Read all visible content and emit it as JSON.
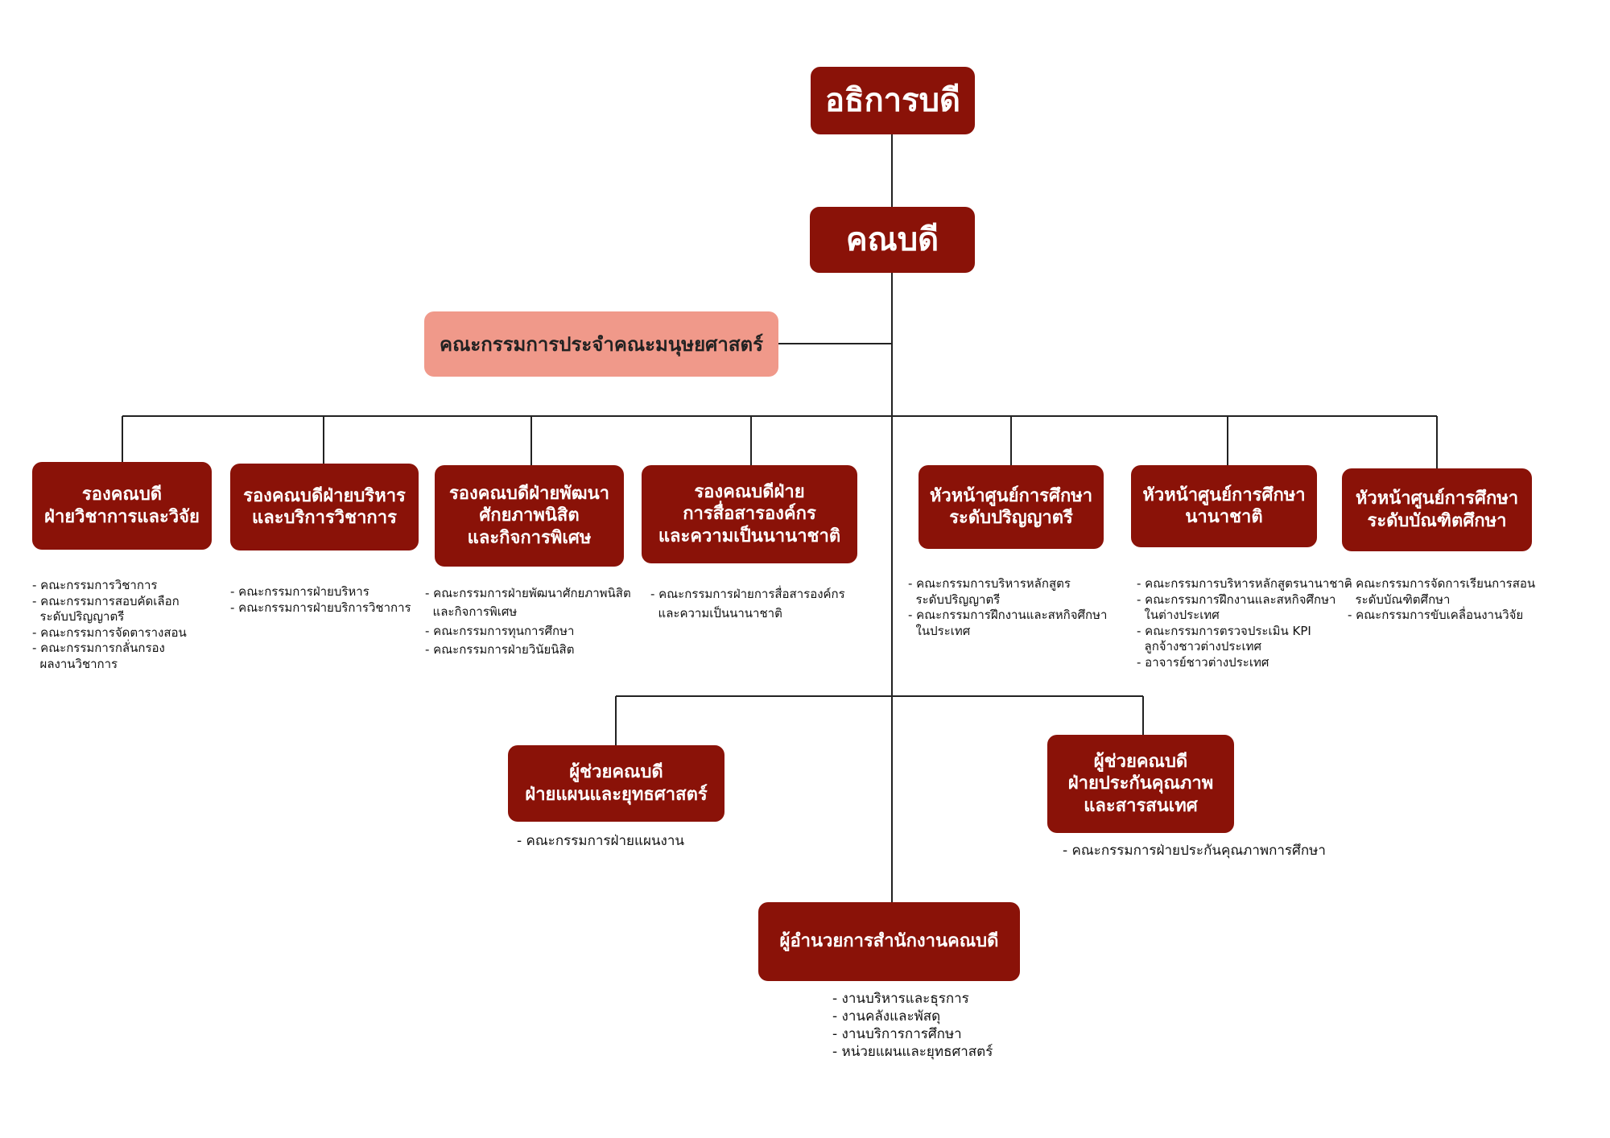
{
  "president": "อธิการบดี",
  "dean": "คณบดี",
  "board": "คณะกรรมการประจำคณะมนุษยศาสตร์",
  "units": [
    {
      "lines": [
        "รองคณบดี",
        "ฝ่ายวิชาการและวิจัย"
      ],
      "committees": [
        "- คณะกรรมการวิชาการ",
        "- คณะกรรมการสอบคัดเลือก",
        "  ระดับปริญญาตรี",
        "- คณะกรรมการจัดตารางสอน",
        "- คณะกรรมการกลั่นกรอง",
        "  ผลงานวิชาการ"
      ]
    },
    {
      "lines": [
        "รองคณบดีฝ่ายบริหาร",
        "และบริการวิชาการ"
      ],
      "committees": [
        "- คณะกรรมการฝ่ายบริหาร",
        "- คณะกรรมการฝ่ายบริการวิชาการ"
      ]
    },
    {
      "lines": [
        "รองคณบดีฝ่ายพัฒนา",
        "ศักยภาพนิสิต",
        "และกิจการพิเศษ"
      ],
      "committees": [
        "- คณะกรรมการฝ่ายพัฒนาศักยภาพนิสิต",
        "  และกิจการพิเศษ",
        "- คณะกรรมการทุนการศึกษา",
        "- คณะกรรมการฝ่ายวินัยนิสิต"
      ]
    },
    {
      "lines": [
        "รองคณบดีฝ่าย",
        "การสื่อสารองค์กร",
        "และความเป็นนานาชาติ"
      ],
      "committees": [
        "- คณะกรรมการฝ่ายการสื่อสารองค์กร",
        "  และความเป็นนานาชาติ"
      ]
    },
    {
      "lines": [
        "หัวหน้าศูนย์การศึกษา",
        "ระดับปริญญาตรี"
      ],
      "committees": [
        "- คณะกรรมการบริหารหลักสูตร",
        "  ระดับปริญญาตรี",
        "- คณะกรรมการฝึกงานและสหกิจศึกษา",
        "  ในประเทศ"
      ]
    },
    {
      "lines": [
        "หัวหน้าศูนย์การศึกษา",
        "นานาชาติ"
      ],
      "committees": [
        "- คณะกรรมการบริหารหลักสูตรนานาชาติ",
        "- คณะกรรมการฝึกงานและสหกิจศึกษา",
        "  ในต่างประเทศ",
        "- คณะกรรมการตรวจประเมิน KPI",
        "  ลูกจ้างชาวต่างประเทศ",
        "- อาจารย์ชาวต่างประเทศ"
      ]
    },
    {
      "lines": [
        "หัวหน้าศูนย์การศึกษา",
        "ระดับบัณฑิตศึกษา"
      ],
      "committees": [
        "- คณะกรรมการจัดการเรียนการสอน",
        "  ระดับบัณฑิตศึกษา",
        "- คณะกรรมการขับเคลื่อนงานวิจัย"
      ]
    }
  ],
  "assistants": [
    {
      "lines": [
        "ผู้ช่วยคณบดี",
        "ฝ่ายแผนและยุทธศาสตร์"
      ],
      "committees": [
        "- คณะกรรมการฝ่ายแผนงาน"
      ]
    },
    {
      "lines": [
        "ผู้ช่วยคณบดี",
        "ฝ่ายประกันคุณภาพ",
        "และสารสนเทศ"
      ],
      "committees": [
        "- คณะกรรมการฝ่ายประกันคุณภาพการศึกษา"
      ]
    }
  ],
  "office": {
    "lines": [
      "ผู้อำนวยการสำนักงานคณบดี"
    ],
    "items": [
      "- งานบริหารและธุรการ",
      "- งานคลังและพัสดุ",
      "- งานบริการการศึกษา",
      "- หน่วยแผนและยุทธศาสตร์"
    ]
  },
  "colors": {
    "box": "#8a1208",
    "board": "#f0998a",
    "line": "#222222"
  }
}
